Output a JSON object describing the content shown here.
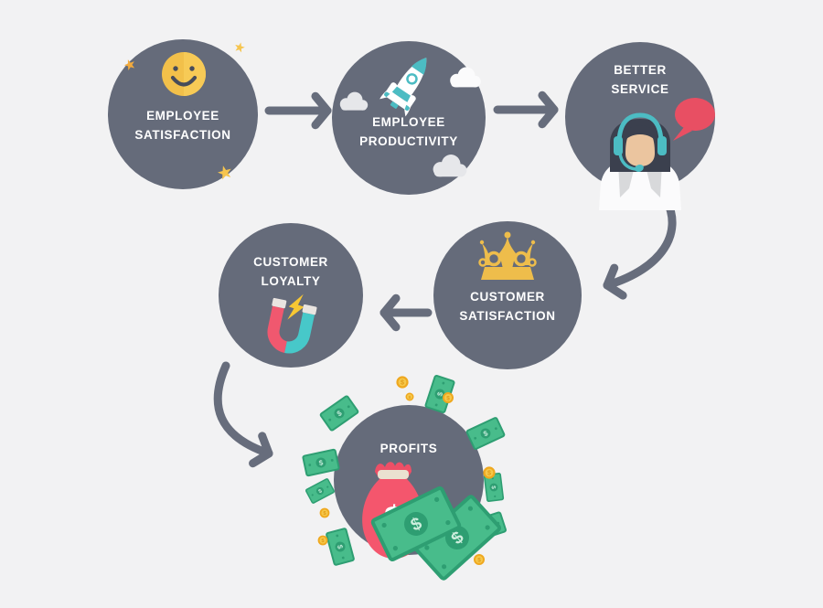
{
  "title": "Employee Satisfaction to Profits flow diagram",
  "nodes": [
    {
      "id": "employee-satisfaction",
      "line1": "EMPLOYEE",
      "line2": "SATISFACTION",
      "icon": "smiley-face-icon",
      "accents": [
        "star-icon",
        "star-icon",
        "star-icon"
      ]
    },
    {
      "id": "employee-productivity",
      "line1": "EMPLOYEE",
      "line2": "PRODUCTIVITY",
      "icon": "rocket-icon",
      "accents": [
        "cloud-icon",
        "cloud-icon",
        "cloud-icon"
      ]
    },
    {
      "id": "better-service",
      "line1": "BETTER",
      "line2": "SERVICE",
      "icon": "support-agent-icon",
      "accents": [
        "speech-bubble-icon"
      ]
    },
    {
      "id": "customer-loyalty",
      "line1": "CUSTOMER",
      "line2": "LOYALTY",
      "icon": "magnet-icon",
      "accents": [
        "lightning-bolt-icon"
      ]
    },
    {
      "id": "customer-satisfaction",
      "line1": "CUSTOMER",
      "line2": "SATISFACTION",
      "icon": "crown-icon",
      "accents": []
    },
    {
      "id": "profits",
      "line1": "PROFITS",
      "line2": "",
      "icon": "money-bag-icon",
      "accents": [
        "dollar-bill-icon",
        "coin-icon"
      ]
    }
  ],
  "connections": [
    {
      "from": "employee-satisfaction",
      "to": "employee-productivity",
      "style": "straight-right-arrow"
    },
    {
      "from": "employee-productivity",
      "to": "better-service",
      "style": "straight-right-arrow"
    },
    {
      "from": "better-service",
      "to": "customer-satisfaction",
      "style": "curved-down-left-arrow"
    },
    {
      "from": "customer-satisfaction",
      "to": "customer-loyalty",
      "style": "straight-left-arrow"
    },
    {
      "from": "customer-loyalty",
      "to": "profits",
      "style": "curved-down-right-arrow"
    }
  ],
  "symbols": {
    "dollar": "$"
  },
  "decorations": {
    "stars": 3,
    "clouds": 3,
    "scattered_bills": 8,
    "coins": 7,
    "money_bag": 1,
    "fanned_bills": 2,
    "speech_bubble": 1
  },
  "colors": {
    "background": "#f2f2f3",
    "circle": "#656b7a",
    "arrow": "#676d7c",
    "label_text": "#ffffff",
    "smiley_yellow": "#f2c04a",
    "star_orange": "#f3ab3d",
    "star_yellow": "#f6c54e",
    "rocket_teal": "#4cbcc3",
    "cloud_gray": "#e6e7ea",
    "speech_bubble_red": "#e84f63",
    "skin": "#ebc59f",
    "hair": "#3b404e",
    "crown_gold": "#eebd4b",
    "magnet_red": "#f0586f",
    "magnet_teal": "#47c8c9",
    "bolt_yellow": "#f7c733",
    "money_bag_red": "#f4566d",
    "bill_green": "#48bc8b",
    "bill_dark_green": "#2e9e72",
    "coin_gold": "#efa81f"
  }
}
